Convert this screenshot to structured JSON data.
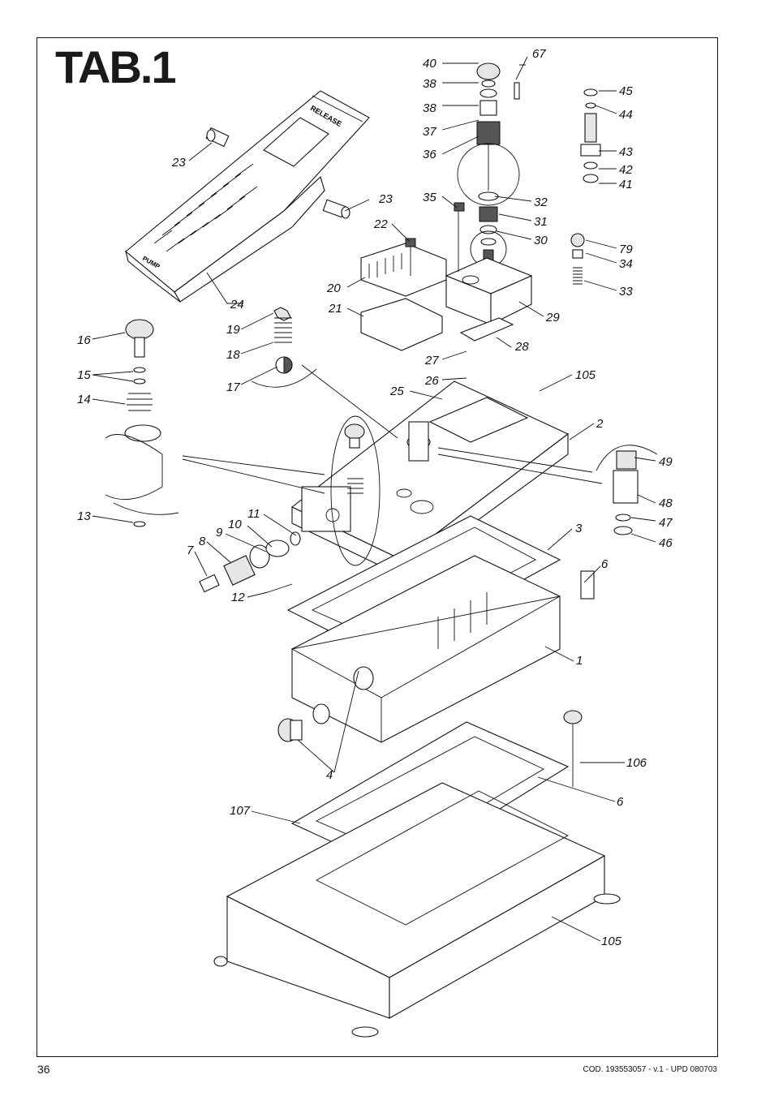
{
  "title": "TAB.1",
  "footer": {
    "page_number": "36",
    "document_code": "COD. 193553057 - v.1 - UPD 080703"
  },
  "pedal_text": {
    "release": "RELEASE",
    "pump": "PUMP"
  },
  "callouts": [
    {
      "id": "c67",
      "text": "67"
    },
    {
      "id": "c40",
      "text": "40"
    },
    {
      "id": "c38a",
      "text": "38"
    },
    {
      "id": "c38b",
      "text": "38"
    },
    {
      "id": "c37",
      "text": "37"
    },
    {
      "id": "c36",
      "text": "36"
    },
    {
      "id": "c45",
      "text": "45"
    },
    {
      "id": "c44",
      "text": "44"
    },
    {
      "id": "c43",
      "text": "43"
    },
    {
      "id": "c42",
      "text": "42"
    },
    {
      "id": "c41",
      "text": "41"
    },
    {
      "id": "c32",
      "text": "32"
    },
    {
      "id": "c31",
      "text": "31"
    },
    {
      "id": "c30",
      "text": "30"
    },
    {
      "id": "c35",
      "text": "35"
    },
    {
      "id": "c79",
      "text": "79"
    },
    {
      "id": "c34",
      "text": "34"
    },
    {
      "id": "c33",
      "text": "33"
    },
    {
      "id": "c29",
      "text": "29"
    },
    {
      "id": "c28",
      "text": "28"
    },
    {
      "id": "c27",
      "text": "27"
    },
    {
      "id": "c26",
      "text": "26"
    },
    {
      "id": "c25",
      "text": "25"
    },
    {
      "id": "c105a",
      "text": "105"
    },
    {
      "id": "c2",
      "text": "2"
    },
    {
      "id": "c23a",
      "text": "23"
    },
    {
      "id": "c23b",
      "text": "23"
    },
    {
      "id": "c22",
      "text": "22"
    },
    {
      "id": "c20",
      "text": "20"
    },
    {
      "id": "c21",
      "text": "21"
    },
    {
      "id": "c24",
      "text": "24"
    },
    {
      "id": "c19",
      "text": "19"
    },
    {
      "id": "c18",
      "text": "18"
    },
    {
      "id": "c17",
      "text": "17"
    },
    {
      "id": "c16",
      "text": "16"
    },
    {
      "id": "c15",
      "text": "15"
    },
    {
      "id": "c14",
      "text": "14"
    },
    {
      "id": "c13",
      "text": "13"
    },
    {
      "id": "c49",
      "text": "49"
    },
    {
      "id": "c48",
      "text": "48"
    },
    {
      "id": "c47",
      "text": "47"
    },
    {
      "id": "c46",
      "text": "46"
    },
    {
      "id": "c11",
      "text": "11"
    },
    {
      "id": "c10",
      "text": "10"
    },
    {
      "id": "c9",
      "text": "9"
    },
    {
      "id": "c8",
      "text": "8"
    },
    {
      "id": "c7",
      "text": "7"
    },
    {
      "id": "c12",
      "text": "12"
    },
    {
      "id": "c3",
      "text": "3"
    },
    {
      "id": "c6a",
      "text": "6"
    },
    {
      "id": "c1",
      "text": "1"
    },
    {
      "id": "c106",
      "text": "106"
    },
    {
      "id": "c4",
      "text": "4"
    },
    {
      "id": "c6b",
      "text": "6"
    },
    {
      "id": "c107",
      "text": "107"
    },
    {
      "id": "c105b",
      "text": "105"
    }
  ]
}
